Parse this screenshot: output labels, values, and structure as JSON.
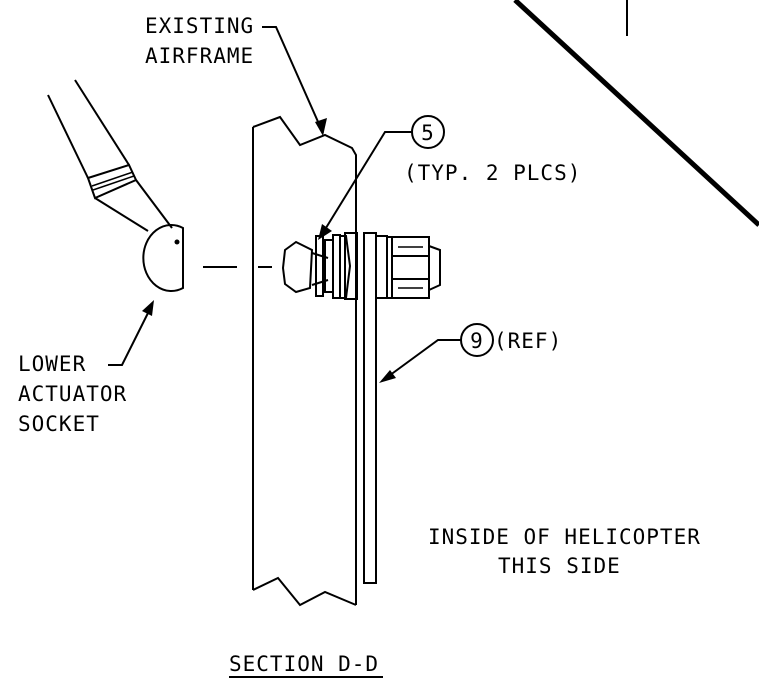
{
  "labels": {
    "airframe_line1": "EXISTING",
    "airframe_line2": "AIRFRAME",
    "callout5_number": "5",
    "callout5_note": "(TYP. 2 PLCS)",
    "callout9_number": "9",
    "callout9_note": "(REF)",
    "socket_line1": "LOWER",
    "socket_line2": "ACTUATOR",
    "socket_line3": "SOCKET",
    "inside_line1": "INSIDE OF HELICOPTER",
    "inside_line2": "THIS SIDE",
    "section_title": "SECTION D-D"
  }
}
